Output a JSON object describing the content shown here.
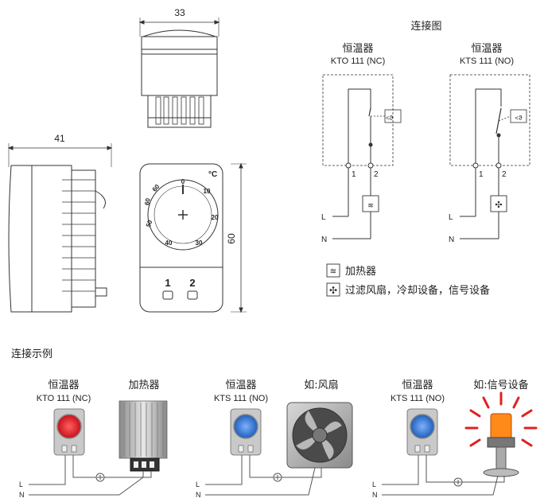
{
  "dimensions": {
    "width_label": "33",
    "depth_label": "41",
    "height_label": "60"
  },
  "dial": {
    "unit": "°C",
    "scale": [
      "0",
      "10",
      "20",
      "30",
      "40",
      "50",
      "60",
      "60"
    ],
    "terminals": [
      "1",
      "2"
    ]
  },
  "wiring_diagram": {
    "title": "连接图",
    "left": {
      "label": "恒温器",
      "model": "KTO 111 (NC)"
    },
    "right": {
      "label": "恒温器",
      "model": "KTS 111 (NO)"
    },
    "terminal_labels": [
      "1",
      "2"
    ],
    "line_labels": [
      "L",
      "N"
    ]
  },
  "legend": {
    "heater": "加热器",
    "fan": "过滤风扇，冷却设备，信号设备"
  },
  "examples": {
    "title": "连接示例",
    "items": [
      {
        "thermostat": "恒温器",
        "model": "KTO 111 (NC)",
        "device": "加热器",
        "thermostat_color": "#e0202a"
      },
      {
        "thermostat": "恒温器",
        "model": "KTS 111 (NO)",
        "device": "如:风扇",
        "thermostat_color": "#2a6cc8"
      },
      {
        "thermostat": "恒温器",
        "model": "KTS 111 (NO)",
        "device": "如:信号设备",
        "thermostat_color": "#2a6cc8"
      }
    ],
    "line_labels": [
      "L",
      "N"
    ]
  }
}
